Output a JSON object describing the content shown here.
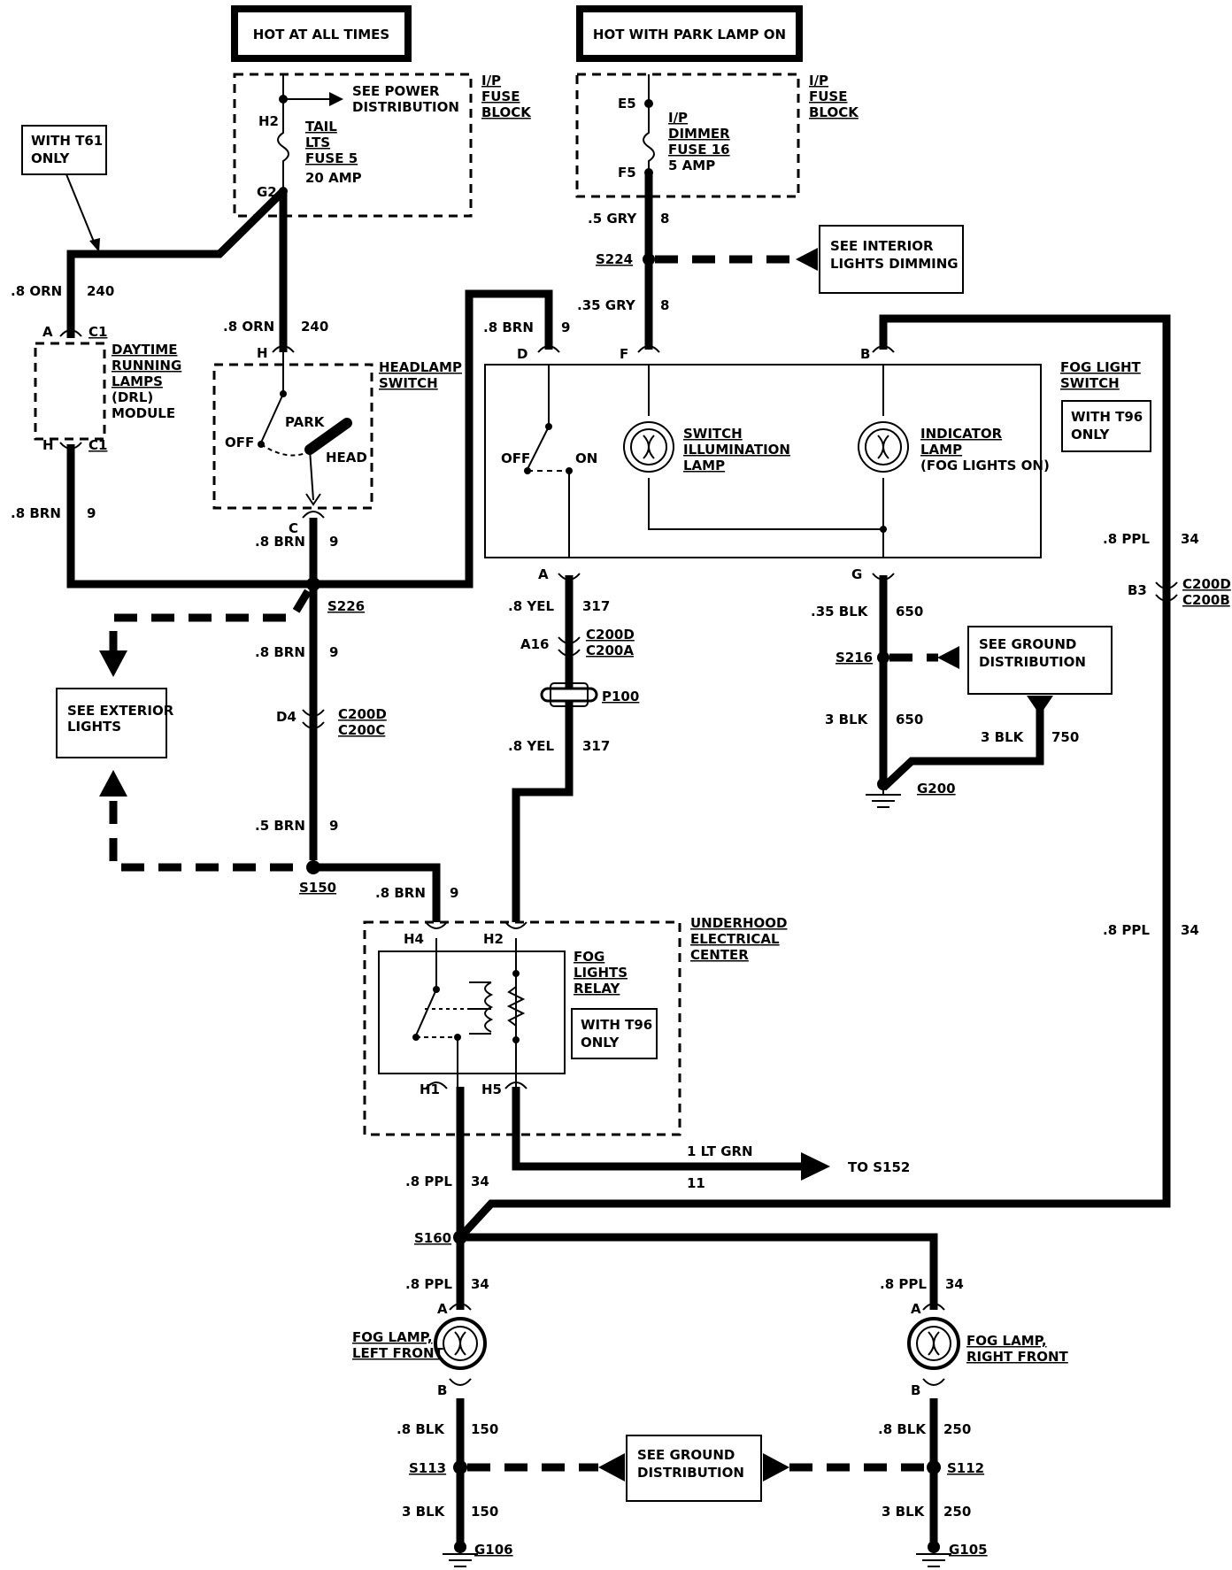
{
  "headers": {
    "hot_at_all_times": "HOT AT ALL TIMES",
    "hot_with_park_lamp_on": "HOT WITH PARK LAMP ON"
  },
  "fuse_left": {
    "block": [
      "I/P",
      "FUSE",
      "BLOCK"
    ],
    "see": [
      "SEE POWER",
      "DISTRIBUTION"
    ],
    "terminal_in": "H2",
    "terminal_out": "G2",
    "name": [
      "TAIL",
      "LTS",
      "FUSE 5"
    ],
    "rating": "20 AMP"
  },
  "fuse_right": {
    "block": [
      "I/P",
      "FUSE",
      "BLOCK"
    ],
    "terminal_in": "E5",
    "terminal_out": "F5",
    "name": [
      "I/P",
      "DIMMER",
      "FUSE 16"
    ],
    "rating": "5 AMP"
  },
  "option_t61": [
    "WITH T61",
    "ONLY"
  ],
  "drl": {
    "name": [
      "DAYTIME",
      "RUNNING",
      "LAMPS",
      "(DRL)",
      "MODULE"
    ],
    "pin_a": "A",
    "conn_a": "C1",
    "pin_h": "H",
    "conn_h": "C1"
  },
  "headlamp_switch": {
    "name": [
      "HEADLAMP",
      "SWITCH"
    ],
    "pin_top": "H",
    "pin_bottom": "C",
    "off": "OFF",
    "park": "PARK",
    "head": "HEAD"
  },
  "fog_switch": {
    "name": [
      "FOG LIGHT",
      "SWITCH"
    ],
    "option": [
      "WITH T96",
      "ONLY"
    ],
    "pin_d": "D",
    "pin_f": "F",
    "pin_b": "B",
    "pin_a": "A",
    "pin_g": "G",
    "off": "OFF",
    "on": "ON",
    "illum": [
      "SWITCH",
      "ILLUMINATION",
      "LAMP"
    ],
    "indicator": [
      "INDICATOR",
      "LAMP",
      "(FOG LIGHTS ON)"
    ]
  },
  "interior_dimming": [
    "SEE INTERIOR",
    "LIGHTS DIMMING"
  ],
  "ground_dist_upper": [
    "SEE GROUND",
    "DISTRIBUTION"
  ],
  "ground_dist_lower": [
    "SEE GROUND",
    "DISTRIBUTION"
  ],
  "exterior_lights": [
    "SEE EXTERIOR",
    "LIGHTS"
  ],
  "underhood": {
    "name": [
      "UNDERHOOD",
      "ELECTRICAL",
      "CENTER"
    ],
    "relay": [
      "FOG",
      "LIGHTS",
      "RELAY"
    ],
    "option": [
      "WITH T96",
      "ONLY"
    ],
    "pin_h4": "H4",
    "pin_h2": "H2",
    "pin_h1": "H1",
    "pin_h5": "H5"
  },
  "wires": {
    "w1": [
      ".8 ORN",
      "240"
    ],
    "w2": [
      ".8 ORN",
      "240"
    ],
    "w3": [
      ".8 BRN",
      "9"
    ],
    "w4": [
      ".8 BRN",
      "9"
    ],
    "w5": [
      ".8 BRN",
      "9"
    ],
    "w6": [
      ".8 BRN",
      "9"
    ],
    "w7": [
      ".5 BRN",
      "9"
    ],
    "w8": [
      ".8 BRN",
      "9"
    ],
    "w9": [
      ".5 GRY",
      "8"
    ],
    "w10": [
      ".35 GRY",
      "8"
    ],
    "w11": [
      ".8 YEL",
      "317"
    ],
    "w12": [
      ".8 YEL",
      "317"
    ],
    "w13": [
      ".35 BLK",
      "650"
    ],
    "w14": [
      "3 BLK",
      "650"
    ],
    "w15": [
      "3 BLK",
      "750"
    ],
    "w16": [
      ".8 PPL",
      "34"
    ],
    "w17": [
      ".8 PPL",
      "34"
    ],
    "w18": [
      ".8 PPL",
      "34"
    ],
    "w19": [
      ".8 PPL",
      "34"
    ],
    "w20": [
      ".8 PPL",
      "34"
    ],
    "w21": [
      "1 LT GRN",
      "11"
    ],
    "w22": [
      ".8 BLK",
      "150"
    ],
    "w23": [
      "3 BLK",
      "150"
    ],
    "w24": [
      ".8 BLK",
      "250"
    ],
    "w25": [
      "3 BLK",
      "250"
    ]
  },
  "splices": {
    "s224": "S224",
    "s226": "S226",
    "s216": "S216",
    "s150": "S150",
    "s160": "S160",
    "s113": "S113",
    "s112": "S112"
  },
  "connectors": {
    "c_d4": "D4",
    "c_d4_name": [
      "C200D",
      "C200C"
    ],
    "c_a16": "A16",
    "c_a16_name": [
      "C200D",
      "C200A"
    ],
    "c_b3": "B3",
    "c_b3_name": [
      "C200D",
      "C200B"
    ],
    "p100": "P100"
  },
  "grounds": {
    "g200": "G200",
    "g106": "G106",
    "g105": "G105"
  },
  "to_s152": "TO S152",
  "fog_left": {
    "name": [
      "FOG LAMP,",
      "LEFT FRONT"
    ],
    "pin_a": "A",
    "pin_b": "B"
  },
  "fog_right": {
    "name": [
      "FOG LAMP,",
      "RIGHT FRONT"
    ],
    "pin_a": "A",
    "pin_b": "B"
  }
}
